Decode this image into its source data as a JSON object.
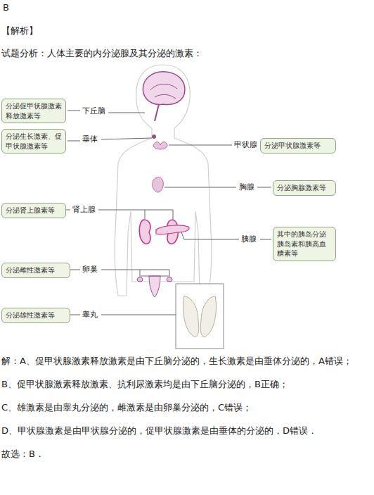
{
  "diagram": {
    "nodes": [
      {
        "text": [
          "分泌促甲状腺激素 释放激素等"
        ]
      },
      {
        "text": [
          "分泌生长激素、促 甲状腺激素等"
        ]
      },
      {
        "text": [
          "分泌甲状腺激素等"
        ]
      },
      {
        "text": [
          "分泌胸腺激素等"
        ]
      },
      {
        "text": [
          "分泌肾上腺素等"
        ]
      },
      {
        "text": [
          "其中的胰岛分泌 胰岛素和胰高血 糖素等"
        ]
      },
      {
        "text": [
          "分泌雌性激素等"
        ]
      },
      {
        "text": [
          "分泌雄性激素等"
        ]
      }
    ],
    "labels": [
      "B",
      "【解析】",
      "试题分析：人体主要的内分泌腺及其分泌的激素：",
      "下丘脑",
      "垂体",
      "甲状腺",
      "胸腺",
      "肾上腺",
      "胰腺",
      "卵巢",
      "睾丸",
      "解：A、促甲状腺激素释放激素是由下丘脑分泌的，生长激素是由垂体分泌的，A错误；",
      "B、促甲状腺激素释放激素、抗利尿激素均是由下丘脑分泌的，B正确；",
      "C、雄激素是由睾丸分泌的，雌激素是由卵巢分泌的，C错误；",
      "D、甲状腺激素是由甲状腺分泌的，促甲状腺激素是由垂体的分泌的，D错误．",
      "故选：B．"
    ]
  }
}
